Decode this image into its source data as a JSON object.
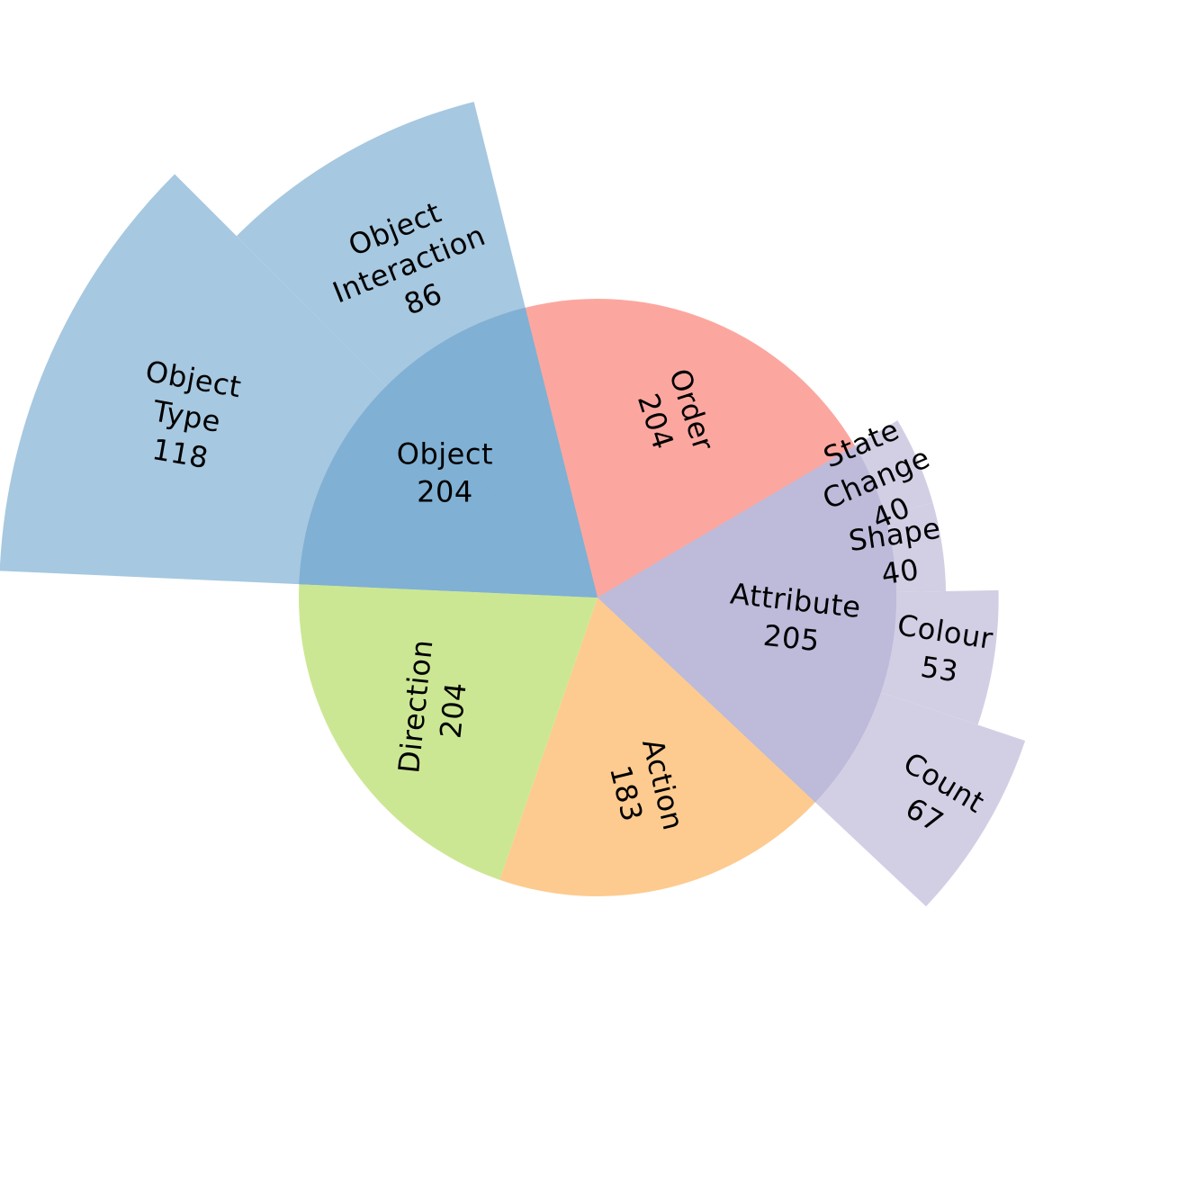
{
  "chart_data": {
    "type": "sunburst",
    "inner_segments": [
      {
        "name": "Order",
        "value": 204,
        "label": [
          "Order",
          "204"
        ],
        "color": "#fba79f"
      },
      {
        "name": "Attribute",
        "value": 205,
        "label": [
          "Attribute",
          "205"
        ],
        "color": "#bdbada"
      },
      {
        "name": "Action",
        "value": 183,
        "label": [
          "Action",
          "183"
        ],
        "color": "#fdcb8f"
      },
      {
        "name": "Direction",
        "value": 204,
        "label": [
          "Direction",
          "204"
        ],
        "color": "#cce794"
      },
      {
        "name": "Object",
        "value": 204,
        "label": [
          "Object",
          "204"
        ],
        "color": "#80b0d3"
      }
    ],
    "outer_segments": [
      {
        "name": "Count",
        "parent": "Attribute",
        "value": 67,
        "label": [
          "Count",
          "67"
        ],
        "color": "#d2cfe5"
      },
      {
        "name": "Colour",
        "parent": "Attribute",
        "value": 53,
        "label": [
          "Colour",
          "53"
        ],
        "color": "#d2cfe5"
      },
      {
        "name": "Shape",
        "parent": "Attribute",
        "value": 40,
        "label": [
          "Shape",
          "40"
        ],
        "color": "#d2cfe5"
      },
      {
        "name": "State Change",
        "parent": "Attribute",
        "value": 40,
        "label": [
          "State",
          "Change",
          "40"
        ],
        "color": "#d2cfe5"
      },
      {
        "name": "Object Type",
        "parent": "Object",
        "value": 118,
        "label": [
          "Object",
          "Type",
          "118"
        ],
        "color": "#a6c8e0"
      },
      {
        "name": "Object Interaction",
        "parent": "Object",
        "value": 86,
        "label": [
          "Object",
          "Interaction",
          "86"
        ],
        "color": "#a6c8e0"
      }
    ]
  }
}
